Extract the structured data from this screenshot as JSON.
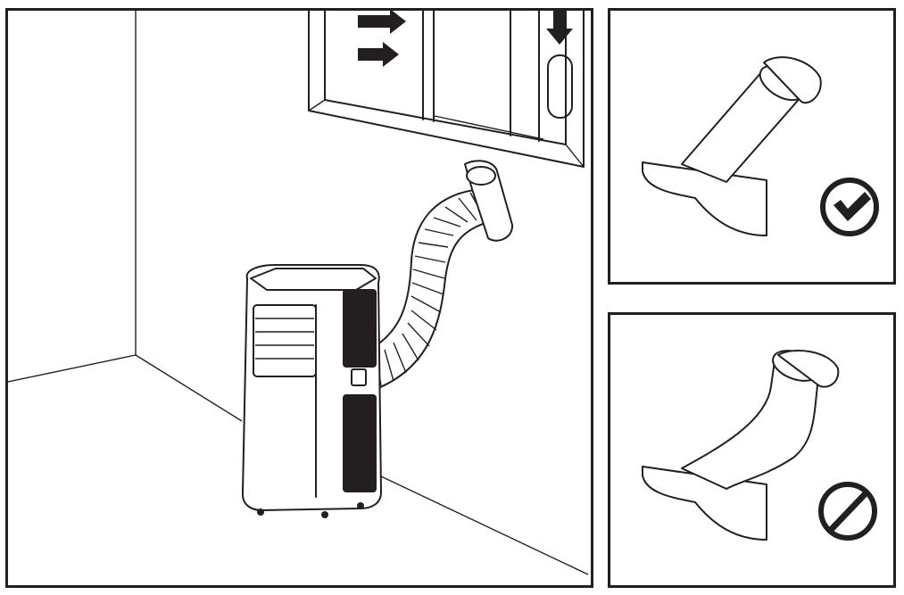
{
  "figure": {
    "panels": [
      {
        "id": "main",
        "subject": "portable-air-conditioner-with-exhaust-hose"
      },
      {
        "id": "correct",
        "symbol": "checkmark-icon"
      },
      {
        "id": "incorrect",
        "symbol": "prohibited-icon"
      }
    ],
    "colors": {
      "line": "#231f20",
      "background": "#ffffff"
    }
  }
}
